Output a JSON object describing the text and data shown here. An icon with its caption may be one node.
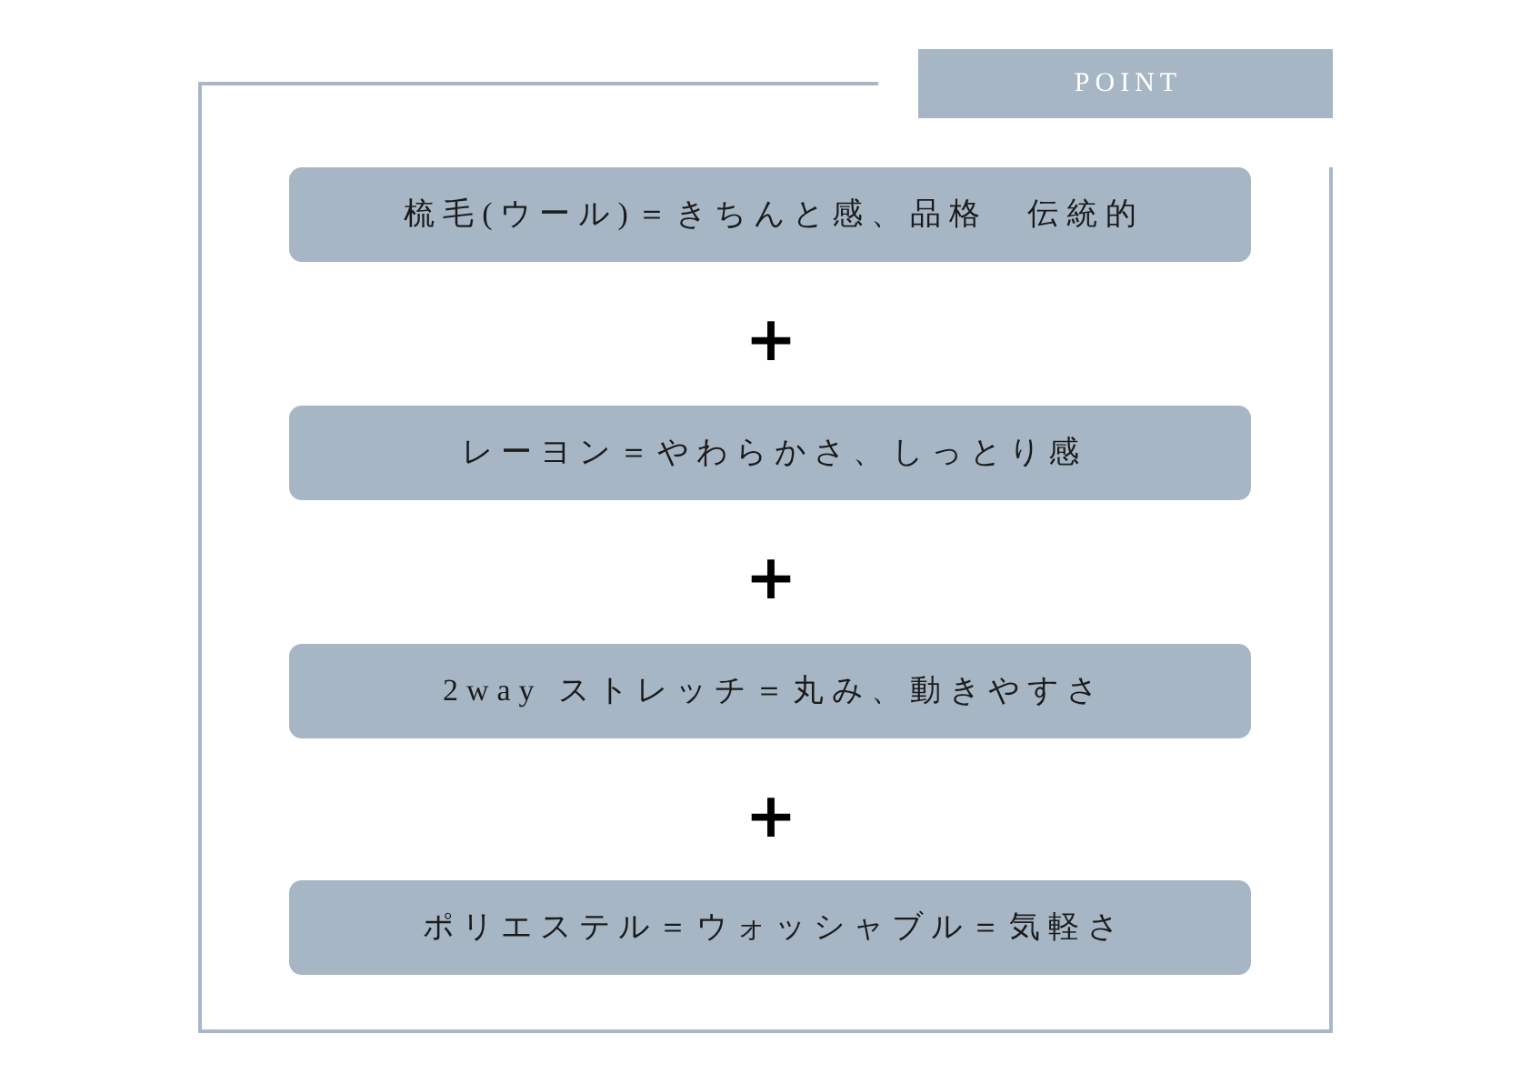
{
  "diagram": {
    "nodes": [
      {
        "text": [
          "POINT"
        ]
      },
      {
        "text": [
          "梳毛(ウール)＝きちんと感、品格　伝統的"
        ],
        "in": 0
      },
      {
        "text": [
          "レーヨン＝やわらかさ、しっとり感"
        ],
        "in": 0
      },
      {
        "text": [
          "2way ストレッチ＝丸み、動きやすさ"
        ],
        "in": 0
      },
      {
        "text": [
          "ポリエステル＝ウォッシャブル＝気軽さ"
        ],
        "in": 0
      }
    ],
    "labels": [
      "+",
      "+",
      "+"
    ]
  }
}
